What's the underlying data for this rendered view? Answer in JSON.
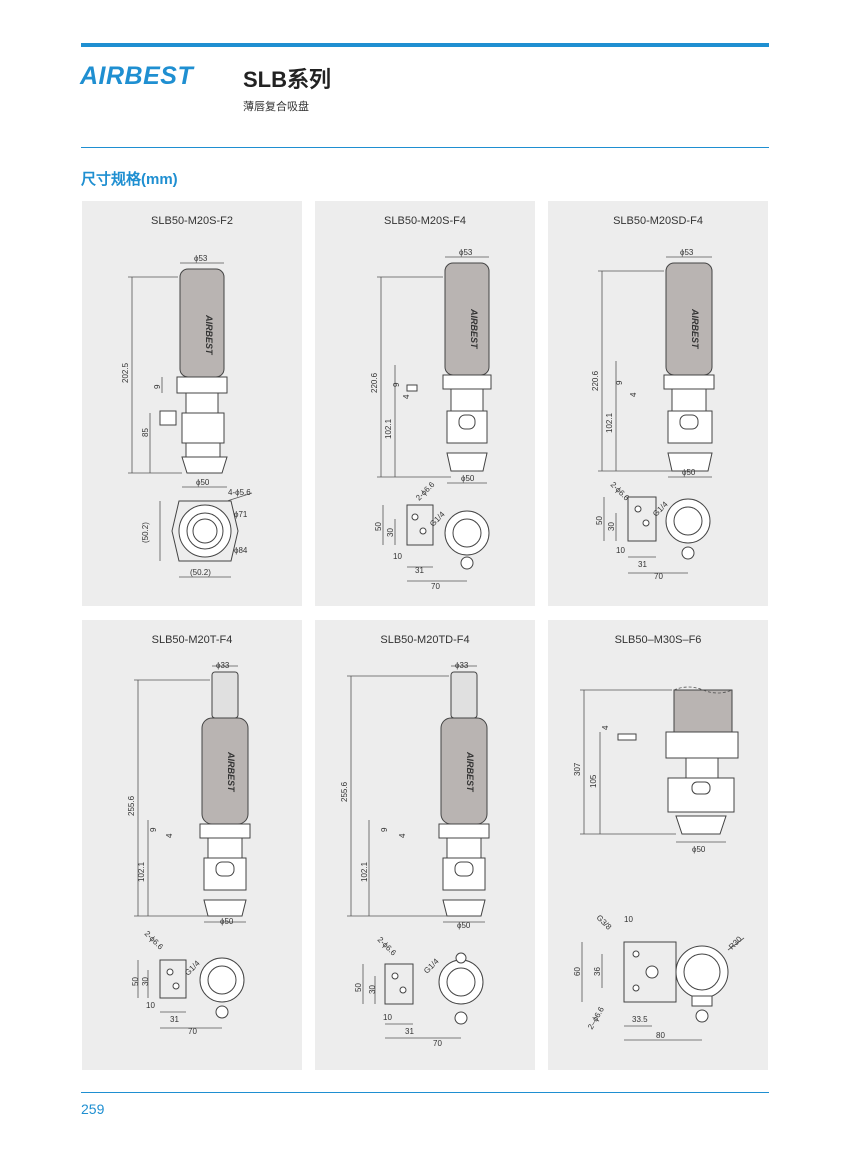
{
  "header": {
    "logo": "AIRBEST",
    "series_title": "SLB系列",
    "series_subtitle": "薄唇复合吸盘"
  },
  "section": {
    "title": "尺寸规格(mm)"
  },
  "panels": [
    {
      "model": "SLB50-M20S-F2",
      "dims": {
        "top_dia": "ϕ53",
        "total": "202.5",
        "a": "9",
        "b": "85",
        "base_dia": "ϕ50",
        "holes": "4-ϕ5.6",
        "pcd1": "ϕ71",
        "pcd2": "ϕ84",
        "h_span": "(50.2)",
        "v_span": "(50.2)"
      }
    },
    {
      "model": "SLB50-M20S-F4",
      "dims": {
        "top_dia": "ϕ53",
        "total": "220.6",
        "a": "9",
        "b": "4",
        "c": "102.1",
        "base_dia": "ϕ50",
        "holes": "2-ϕ6.6",
        "port": "G1/4",
        "h1": "50",
        "h2": "30",
        "w1": "10",
        "w2": "31",
        "w3": "70"
      }
    },
    {
      "model": "SLB50-M20SD-F4",
      "dims": {
        "top_dia": "ϕ53",
        "total": "220.6",
        "a": "9",
        "b": "4",
        "c": "102.1",
        "base_dia": "ϕ50",
        "holes": "2-ϕ6.6",
        "port": "G1/4",
        "h1": "50",
        "h2": "30",
        "w1": "10",
        "w2": "31",
        "w3": "70"
      }
    },
    {
      "model": "SLB50-M20T-F4",
      "dims": {
        "top_dia": "ϕ33",
        "total": "255.6",
        "a": "9",
        "b": "4",
        "c": "102.1",
        "base_dia": "ϕ50",
        "holes": "2-ϕ6.6",
        "port": "G1/4",
        "h1": "50",
        "h2": "30",
        "w1": "10",
        "w2": "31",
        "w3": "70"
      }
    },
    {
      "model": "SLB50-M20TD-F4",
      "dims": {
        "top_dia": "ϕ33",
        "total": "255.6",
        "a": "9",
        "b": "4",
        "c": "102.1",
        "base_dia": "ϕ50",
        "holes": "2-ϕ6.6",
        "port": "G1/4",
        "h1": "50",
        "h2": "30",
        "w1": "10",
        "w2": "31",
        "w3": "70"
      }
    },
    {
      "model": "SLB50–M30S–F6",
      "dims": {
        "total": "307",
        "a": "4",
        "c": "105",
        "base_dia": "ϕ50",
        "port": "G3/8",
        "w1": "10",
        "radius": "R30",
        "h1": "60",
        "h2": "36",
        "holes": "2–ϕ6.6",
        "w2": "33.5",
        "w3": "80"
      }
    }
  ],
  "footer": {
    "page_number": "259"
  },
  "colors": {
    "accent": "#1f8fd1",
    "panel_bg": "#ededed"
  }
}
